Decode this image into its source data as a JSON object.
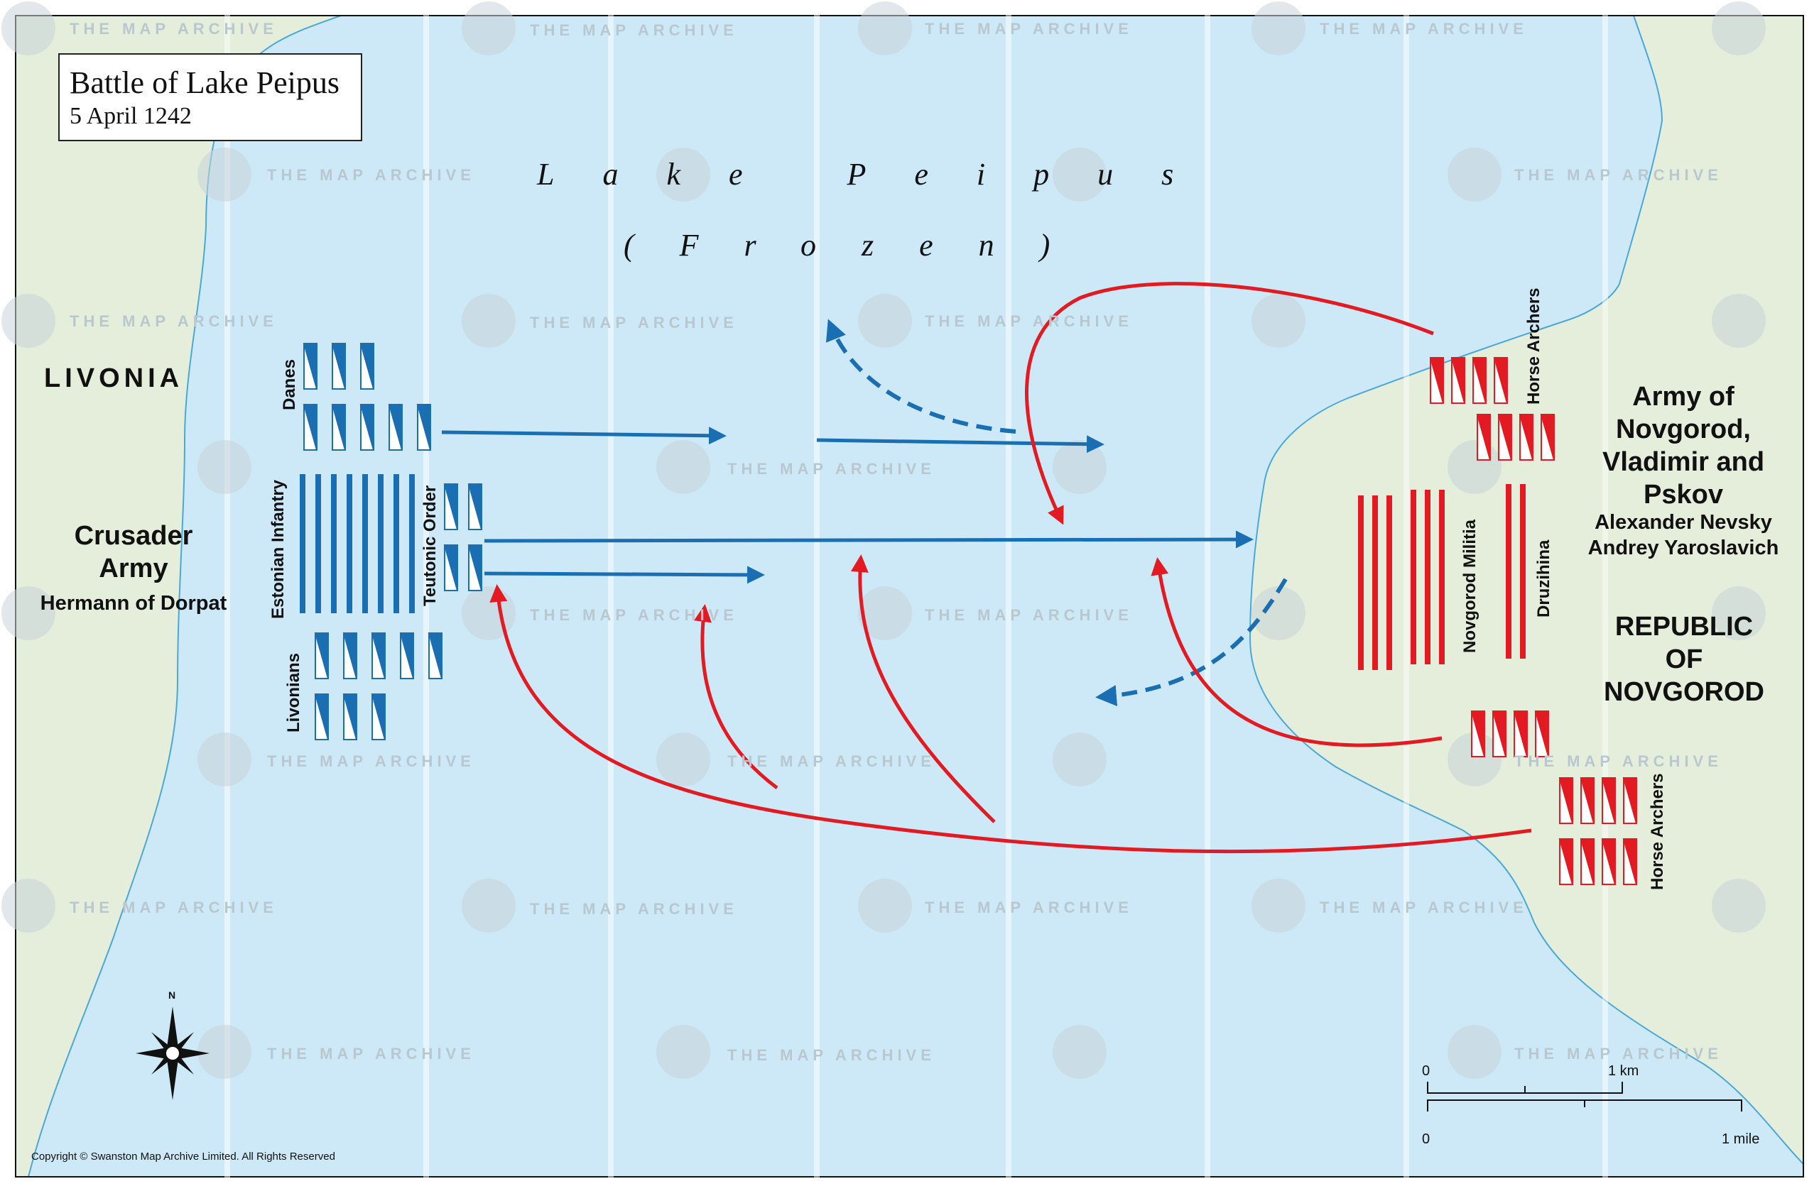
{
  "title": "Battle of Lake Peipus",
  "subtitle": "5 April 1242",
  "lake_label": "Lake Peipus",
  "lake_sub": "(Frozen)",
  "regions": {
    "livonia": "LIVONIA",
    "novgorod_1": "REPUBLIC",
    "novgorod_2": "OF",
    "novgorod_3": "NOVGOROD"
  },
  "crusader": {
    "line1": "Crusader",
    "line2": "Army",
    "commander": "Hermann of Dorpat"
  },
  "russian": {
    "line1": "Army of",
    "line2": "Novgorod,",
    "line3": "Vladimir and",
    "line4": "Pskov",
    "commander1": "Alexander Nevsky",
    "commander2": "Andrey Yaroslavich"
  },
  "units": {
    "danes": "Danes",
    "estonian_infantry": "Estonian Infantry",
    "teutonic_order": "Teutonic Order",
    "livonians": "Livonians",
    "horse_archers_top": "Horse Archers",
    "novgorod_militia": "Novgorod Militia",
    "druzhina": "Druzihina",
    "horse_archers_bottom": "Horse Archers"
  },
  "scale": {
    "km_zero": "0",
    "km_label": "1 km",
    "mile_zero": "0",
    "mile_label": "1 mile"
  },
  "compass": "N",
  "watermark": "THE MAP ARCHIVE",
  "copyright": "Copyright © Swanston Map Archive Limited. All Rights Reserved",
  "colors": {
    "lake": "#cde9f8",
    "land": "#e4eedb",
    "crusader_blue": "#1a6fb3",
    "russian_red": "#e21b23",
    "coast": "#4aa8d8"
  }
}
